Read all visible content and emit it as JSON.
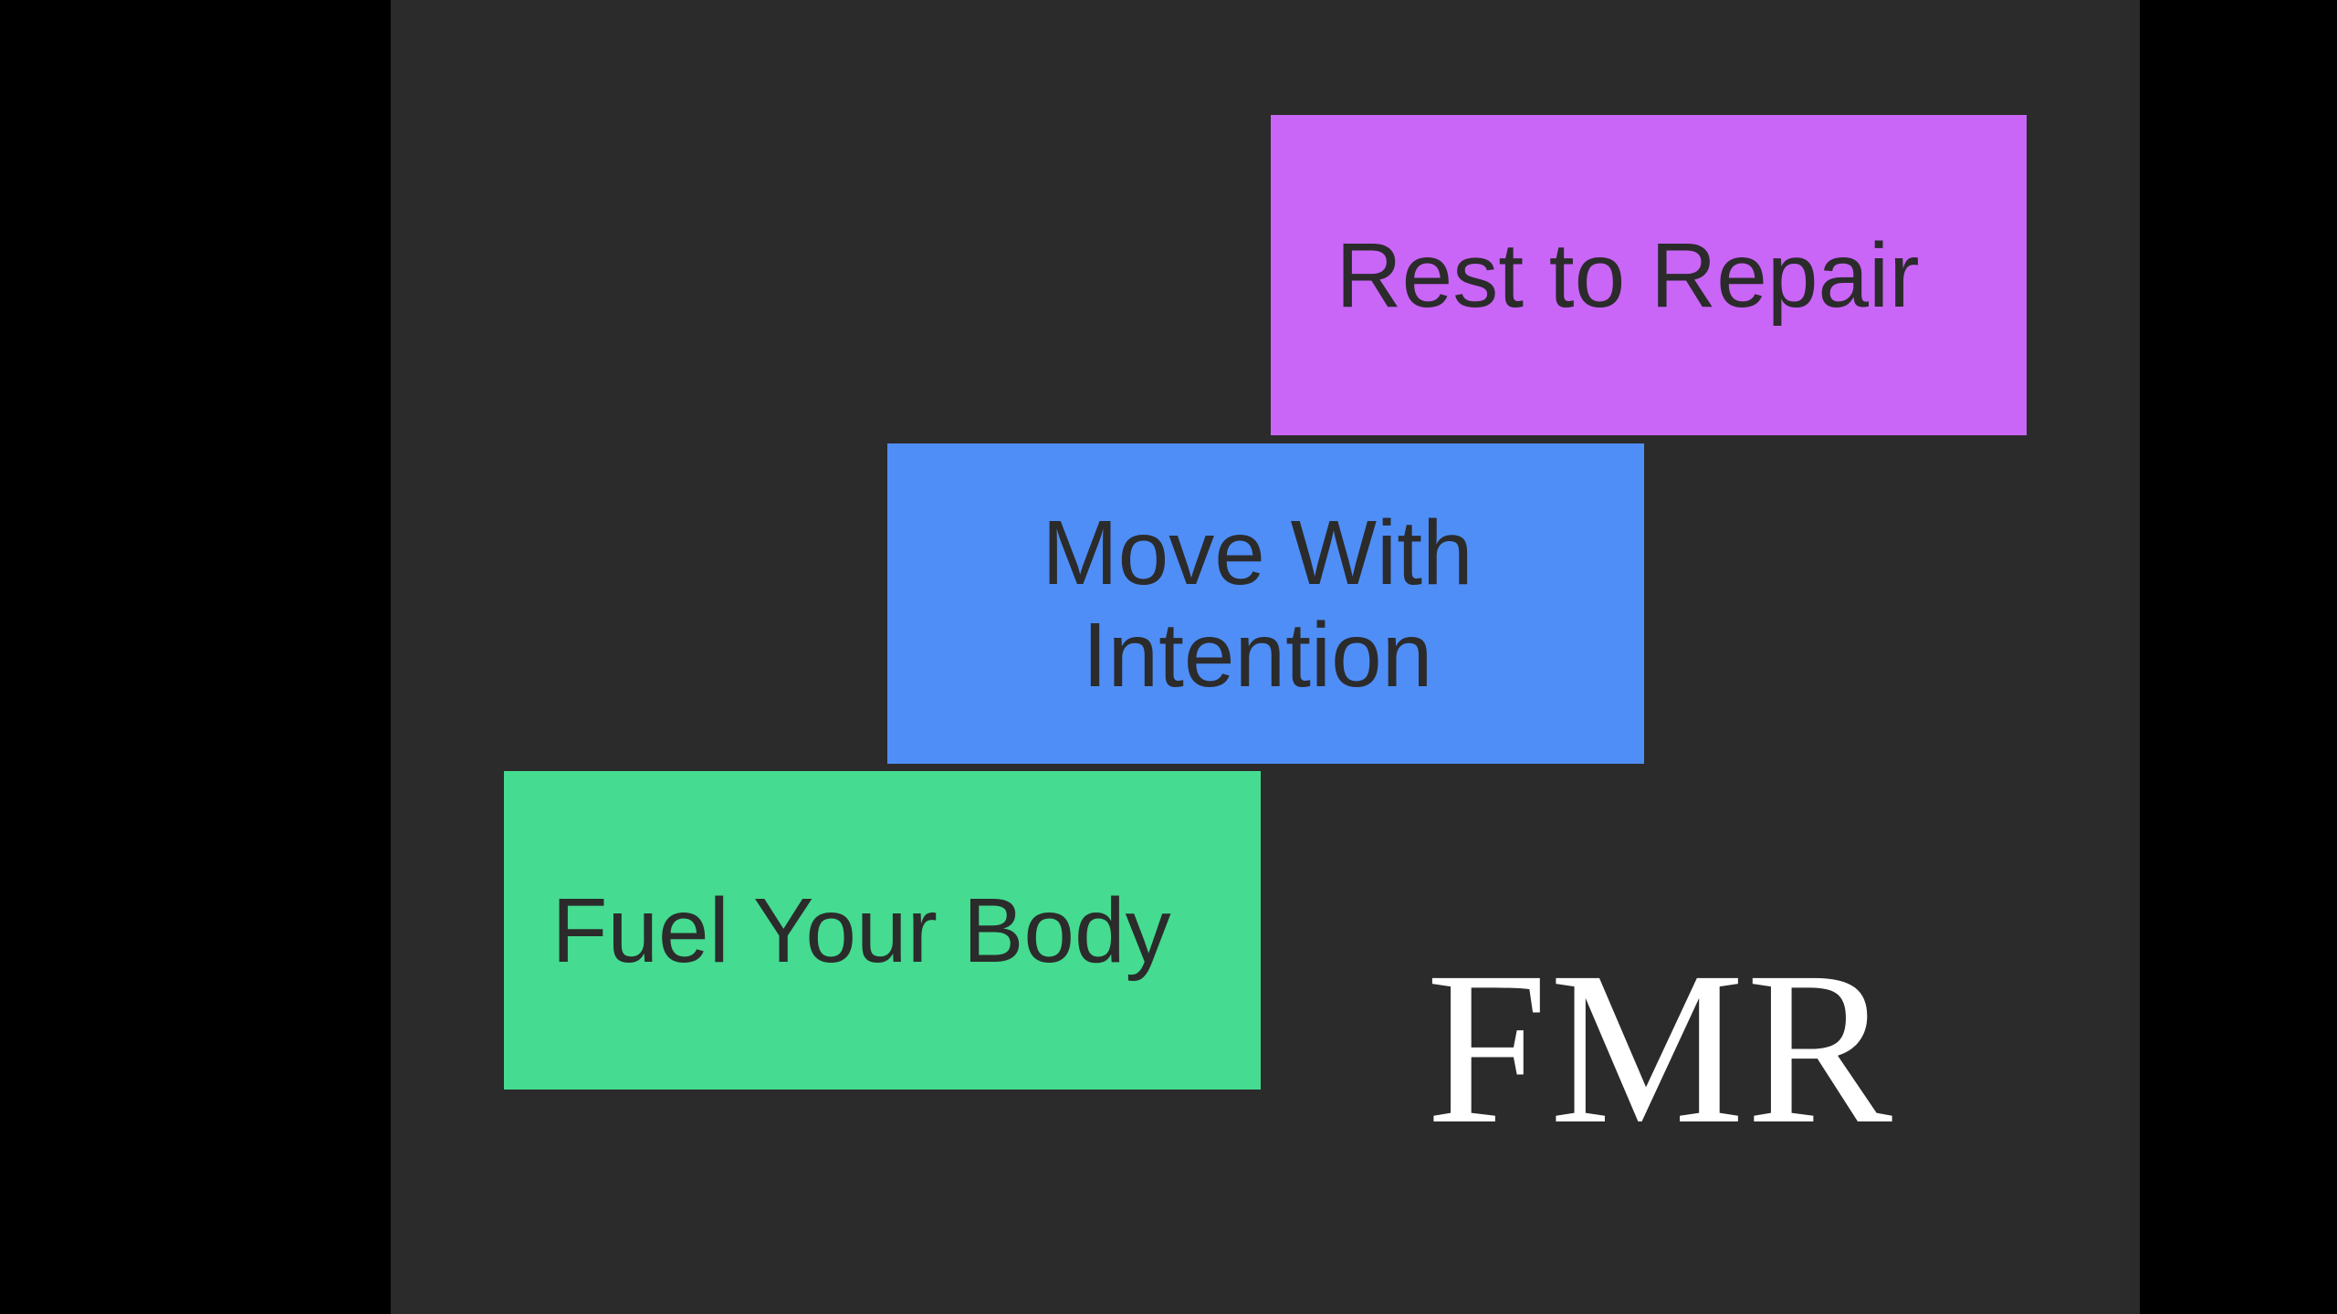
{
  "slide": {
    "background_color": "#2b2b2b",
    "letterbox_color": "#000000",
    "text_color": "#2b2b2b",
    "brand": {
      "wordmark": "FMR",
      "color": "#ffffff"
    },
    "pillars": [
      {
        "id": "rest-to-repair",
        "label": "Rest to Repair",
        "color": "#c966f7",
        "order": 1
      },
      {
        "id": "move-with-intention",
        "label": "Move With\nIntention",
        "color": "#4f8ef7",
        "order": 2
      },
      {
        "id": "fuel-your-body",
        "label": "Fuel Your Body",
        "color": "#45db90",
        "order": 3
      }
    ]
  }
}
